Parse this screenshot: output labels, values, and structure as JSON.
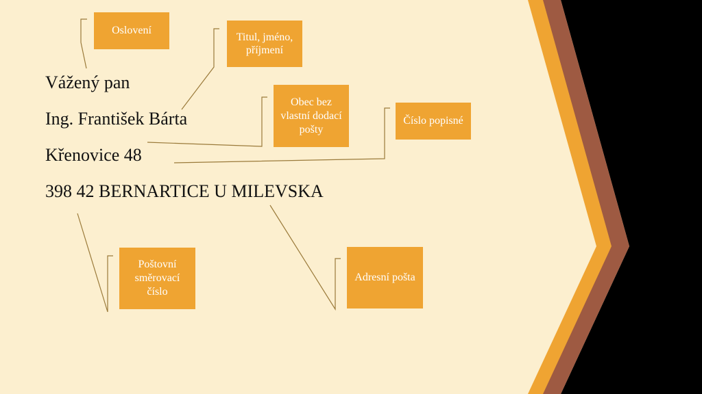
{
  "address": {
    "line1": "Vážený pan",
    "line2": "Ing. František Bárta",
    "line3": "Křenovice 48",
    "line4": "398 42 BERNARTICE U MILEVSKA"
  },
  "callouts": {
    "osloveni": "Oslovení",
    "titul": "Titul, jméno, příjmení",
    "obec": "Obec bez vlastní dodací pošty",
    "cislo_popisne": "Číslo popisné",
    "psc": "Poštovní směrovací číslo",
    "adresni_posta": "Adresní pošta"
  },
  "colors": {
    "background": "#fcefcf",
    "callout_fill": "#efa432",
    "stripe_brown": "#9e5a42",
    "stripe_orange": "#efa432",
    "right_panel": "#000000",
    "connector": "#9a7a3a"
  }
}
